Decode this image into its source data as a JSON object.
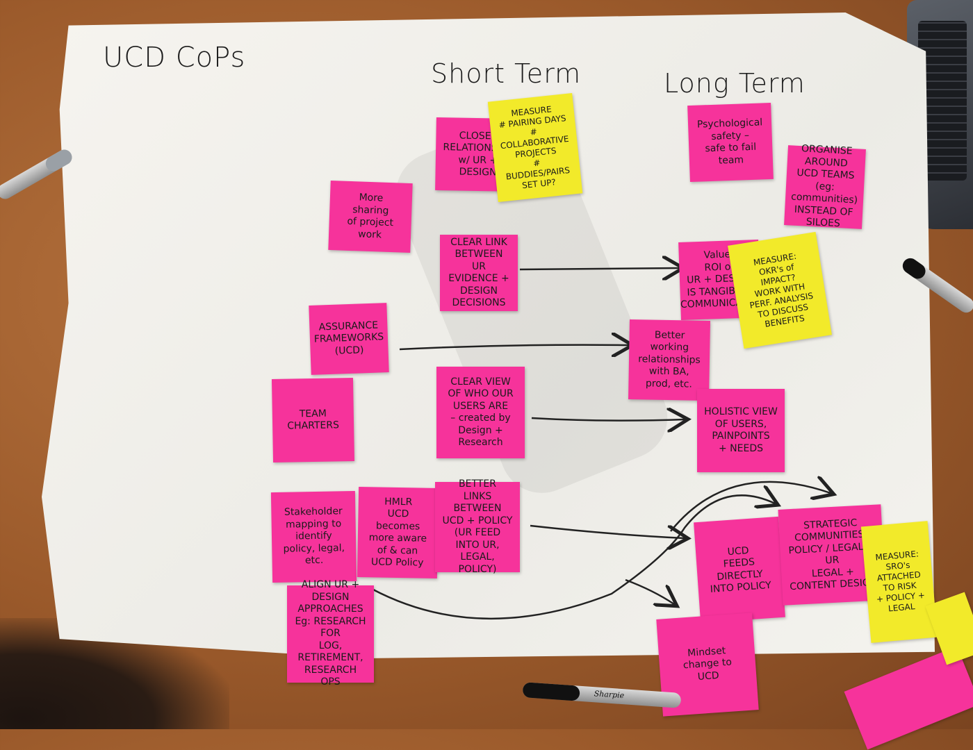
{
  "board": {
    "title": "UCD CoPs",
    "column_short": "Short Term",
    "column_long": "Long Term"
  },
  "notes": {
    "more_sharing": "More\nsharing\nof project\nwork",
    "closer_relationship": "CLOSER\nRELATIONSHIP\nw/ UR +\nDESIGN",
    "measure_short": "MEASURE\n# PAIRING DAYS\n# COLLABORATIVE\nPROJECTS\n# BUDDIES/PAIRS\nSET UP?",
    "psych_safety": "Psychological\nsafety –\nsafe to fail\nteam",
    "organise_around": "ORGANISE\nAROUND\nUCD TEAMS\n(eg: communities)\nINSTEAD OF\nSILOES",
    "clear_link": "CLEAR LINK\nBETWEEN UR\nEVIDENCE +\nDESIGN DECISIONS",
    "value_roi": "Value/\nROI of\nUR + DESIGN\nIS TANGIBLE /\nCOMMUNICABLE",
    "measure_long": "MEASURE:\nOKR's of\nIMPACT?\nWORK WITH\nPERF. ANALYSIS\nTO DISCUSS\nBENEFITS",
    "assurance": "ASSURANCE\nFRAMEWORKS\n(UCD)",
    "better_working": "Better\nworking\nrelationships\nwith BA,\nprod, etc.",
    "team_charters": "TEAM\nCHARTERS",
    "clear_view": "CLEAR VIEW\nOF WHO OUR\nUSERS ARE\n– created by\nDesign + Research",
    "holistic_view": "HOLISTIC VIEW\nOF USERS,\nPAINPOINTS\n+ NEEDS",
    "stakeholder_mapping": "Stakeholder\nmapping to\nidentify\npolicy, legal, etc.",
    "hmlr_ucd": "HMLR\nUCD\nbecomes\nmore aware\nof & can\nUCD Policy",
    "better_links": "BETTER\nLINKS\nBETWEEN\nUCD + POLICY\n(UR FEED INTO UR,\nLEGAL, POLICY)",
    "ucd_feeds": "UCD\nFEEDS\nDIRECTLY\nINTO POLICY",
    "strategic_communities": "STRATEGIC\nCOMMUNITIES:\nPOLICY / LEGAL +\nUR\nLEGAL + CONTENT DESIGN",
    "measure_policy": "MEASURE:\nSRO's\nATTACHED\nTO RISK\n+ POLICY +\nLEGAL",
    "align_ur": "ALIGN UR +\nDESIGN\nAPPROACHES\nEg: RESEARCH FOR\nLOG, RETIREMENT,\nRESEARCH OPS",
    "mindset_change": "Mindset\nchange to\nUCD"
  },
  "markers": {
    "brand": "Sharpie"
  },
  "colors": {
    "note_pink": "#f6339b",
    "note_yellow": "#f2ea2a",
    "paper": "#f4f3ee",
    "table_wood": "#9b5a2b"
  }
}
